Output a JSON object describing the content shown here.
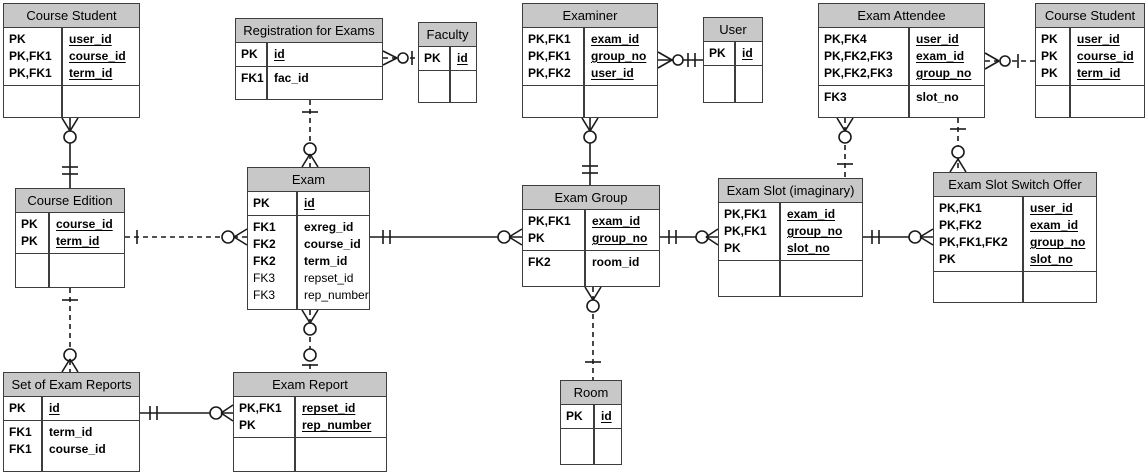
{
  "colors": {
    "header_bg": "#c8c8c8",
    "table_border": "#3d3d3d",
    "relationship_line": "#1a1a1a",
    "background": "#ffffff"
  },
  "tables": [
    {
      "name": "Course Student",
      "sections": [
        [
          {
            "k": "PK",
            "a": "user_id",
            "u": true
          },
          {
            "k": "PK,FK1",
            "a": "course_id",
            "u": true
          },
          {
            "k": "PK,FK1",
            "a": "term_id",
            "u": true
          }
        ],
        []
      ]
    },
    {
      "name": "Registration for Exams",
      "sections": [
        [
          {
            "k": "PK",
            "a": "id",
            "u": true
          }
        ],
        [
          {
            "k": "FK1",
            "a": "fac_id"
          }
        ]
      ]
    },
    {
      "name": "Faculty",
      "sections": [
        [
          {
            "k": "PK",
            "a": "id",
            "u": true
          }
        ],
        []
      ]
    },
    {
      "name": "Examiner",
      "sections": [
        [
          {
            "k": "PK,FK1",
            "a": "exam_id",
            "u": true
          },
          {
            "k": "PK,FK1",
            "a": "group_no",
            "u": true
          },
          {
            "k": "PK,FK2",
            "a": "user_id",
            "u": true
          }
        ],
        []
      ]
    },
    {
      "name": "User",
      "sections": [
        [
          {
            "k": "PK",
            "a": "id",
            "u": true
          }
        ],
        []
      ]
    },
    {
      "name": "Exam Attendee",
      "sections": [
        [
          {
            "k": "PK,FK4",
            "a": "user_id",
            "u": true
          },
          {
            "k": "PK,FK2,FK3",
            "a": "exam_id",
            "u": true
          },
          {
            "k": "PK,FK2,FK3",
            "a": "group_no",
            "u": true
          }
        ],
        [
          {
            "k": "FK3",
            "a": "slot_no"
          }
        ]
      ]
    },
    {
      "name": "Course Student",
      "sections": [
        [
          {
            "k": "PK",
            "a": "user_id",
            "u": true
          },
          {
            "k": "PK",
            "a": "course_id",
            "u": true
          },
          {
            "k": "PK",
            "a": "term_id",
            "u": true
          }
        ],
        []
      ]
    },
    {
      "name": "Course Edition",
      "sections": [
        [
          {
            "k": "PK",
            "a": "course_id",
            "u": true
          },
          {
            "k": "PK",
            "a": "term_id",
            "u": true
          }
        ],
        []
      ]
    },
    {
      "name": "Exam",
      "sections": [
        [
          {
            "k": "PK",
            "a": "id",
            "u": true
          }
        ],
        [
          {
            "k": "FK1",
            "a": "exreg_id"
          },
          {
            "k": "FK2",
            "a": "course_id"
          },
          {
            "k": "FK2",
            "a": "term_id"
          },
          {
            "k": "FK3",
            "a": "repset_id",
            "light": true
          },
          {
            "k": "FK3",
            "a": "rep_number",
            "light": true
          }
        ]
      ]
    },
    {
      "name": "Exam Group",
      "sections": [
        [
          {
            "k": "PK,FK1",
            "a": "exam_id",
            "u": true
          },
          {
            "k": "PK",
            "a": "group_no",
            "u": true
          }
        ],
        [
          {
            "k": "FK2",
            "a": "room_id"
          }
        ]
      ]
    },
    {
      "name": "Exam Slot (imaginary)",
      "sections": [
        [
          {
            "k": "PK,FK1",
            "a": "exam_id",
            "u": true
          },
          {
            "k": "PK,FK1",
            "a": "group_no",
            "u": true
          },
          {
            "k": "PK",
            "a": "slot_no",
            "u": true
          }
        ],
        []
      ]
    },
    {
      "name": "Exam Slot Switch Offer",
      "sections": [
        [
          {
            "k": "PK,FK1",
            "a": "user_id",
            "u": true
          },
          {
            "k": "PK,FK2",
            "a": "exam_id",
            "u": true
          },
          {
            "k": "PK,FK1,FK2",
            "a": "group_no",
            "u": true
          },
          {
            "k": "PK",
            "a": "slot_no",
            "u": true
          }
        ],
        []
      ]
    },
    {
      "name": "Set of Exam Reports",
      "sections": [
        [
          {
            "k": "PK",
            "a": "id",
            "u": true
          }
        ],
        [
          {
            "k": "FK1",
            "a": "term_id"
          },
          {
            "k": "FK1",
            "a": "course_id"
          }
        ]
      ]
    },
    {
      "name": "Exam Report",
      "sections": [
        [
          {
            "k": "PK,FK1",
            "a": "repset_id",
            "u": true
          },
          {
            "k": "PK",
            "a": "rep_number",
            "u": true
          }
        ],
        []
      ]
    },
    {
      "name": "Room",
      "sections": [
        [
          {
            "k": "PK",
            "a": "id",
            "u": true
          }
        ],
        []
      ]
    }
  ],
  "relationships": [
    {
      "source": "Course Edition",
      "target": "Course Student (left)",
      "source_end": "exactly-one (double bar)",
      "target_end": "zero-or-many (circle + crow's foot)",
      "line": "solid"
    },
    {
      "source": "Faculty",
      "target": "Registration for Exams",
      "source_end": "one (single bar)",
      "target_end": "zero-or-many (circle + crow's foot)",
      "line": "dashed"
    },
    {
      "source": "Registration for Exams",
      "target": "Exam",
      "source_end": "one (single bar)",
      "target_end": "zero-or-many (circle + crow's foot)",
      "line": "dashed"
    },
    {
      "source": "User",
      "target": "Examiner",
      "source_end": "exactly-one (double bar)",
      "target_end": "zero-or-many (circle + crow's foot)",
      "line": "solid"
    },
    {
      "source": "Exam Group",
      "target": "Examiner",
      "source_end": "exactly-one (double bar)",
      "target_end": "zero-or-many (circle + crow's foot)",
      "line": "solid"
    },
    {
      "source": "Course Student (right)",
      "target": "Exam Attendee",
      "source_end": "one (single bar)",
      "target_end": "zero-or-many (circle + crow's foot)",
      "line": "dashed"
    },
    {
      "source": "Exam Slot (imaginary)",
      "target": "Exam Attendee",
      "source_end": "one (single bar)",
      "target_end": "zero-or-many (circle + crow's foot)",
      "line": "dashed"
    },
    {
      "source": "Exam Attendee",
      "target": "Exam Slot Switch Offer",
      "source_end": "one (single bar)",
      "target_end": "zero-or-many (circle + crow's foot)",
      "line": "dashed"
    },
    {
      "source": "Course Edition",
      "target": "Exam",
      "source_end": "one (single bar)",
      "target_end": "zero-or-many (circle + crow's foot)",
      "line": "dashed"
    },
    {
      "source": "Course Edition",
      "target": "Set of Exam Reports",
      "source_end": "one (single bar)",
      "target_end": "zero-or-many (circle + crow's foot)",
      "line": "dashed"
    },
    {
      "source": "Exam",
      "target": "Exam Group",
      "source_end": "exactly-one (double bar)",
      "target_end": "zero-or-many (circle + crow's foot)",
      "line": "solid"
    },
    {
      "source": "Exam Report",
      "target": "Exam",
      "source_end": "zero-or-one (circle + bar)",
      "target_end": "zero-or-many (circle + crow's foot)",
      "line": "dashed"
    },
    {
      "source": "Room",
      "target": "Exam Group",
      "source_end": "one (single bar)",
      "target_end": "zero-or-many (circle + crow's foot)",
      "line": "dashed"
    },
    {
      "source": "Exam Group",
      "target": "Exam Slot (imaginary)",
      "source_end": "exactly-one (double bar)",
      "target_end": "zero-or-many (circle + crow's foot)",
      "line": "solid"
    },
    {
      "source": "Exam Slot (imaginary)",
      "target": "Exam Slot Switch Offer",
      "source_end": "exactly-one (double bar)",
      "target_end": "zero-or-many (circle + crow's foot)",
      "line": "solid"
    },
    {
      "source": "Set of Exam Reports",
      "target": "Exam Report",
      "source_end": "exactly-one (double bar)",
      "target_end": "zero-or-many (circle + crow's foot)",
      "line": "solid"
    }
  ]
}
